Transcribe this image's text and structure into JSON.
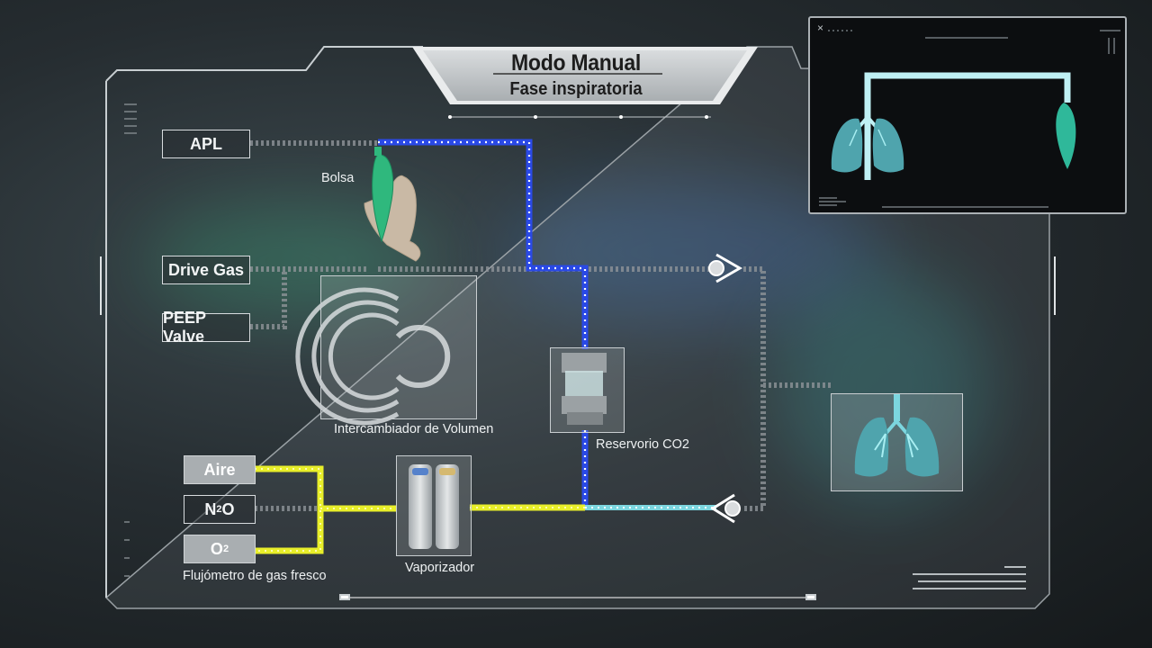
{
  "title": {
    "main": "Modo Manual",
    "sub": "Fase inspiratoria"
  },
  "labels": {
    "apl": "APL",
    "drive_gas": "Drive Gas",
    "peep_valve": "PEEP Valve",
    "aire": "Aire",
    "n2o_base": "N",
    "n2o_sub": "2",
    "n2o_end": "O",
    "o2_base": "O",
    "o2_sub": "2"
  },
  "captions": {
    "bolsa": "Bolsa",
    "intercambiador": "Intercambiador de Volumen",
    "reservorio": "Reservorio CO2",
    "vaporizador": "Vaporizador",
    "flujometro": "Flujómetro de gas fresco"
  },
  "colors": {
    "blue_flow": "#2a49e6",
    "yellow_flow": "#e8ee2a",
    "teal_flow": "#7cd6df",
    "lung": "#4fa4ad",
    "bag": "#2fb87d"
  },
  "minimap": {
    "close_glyph": "×"
  }
}
